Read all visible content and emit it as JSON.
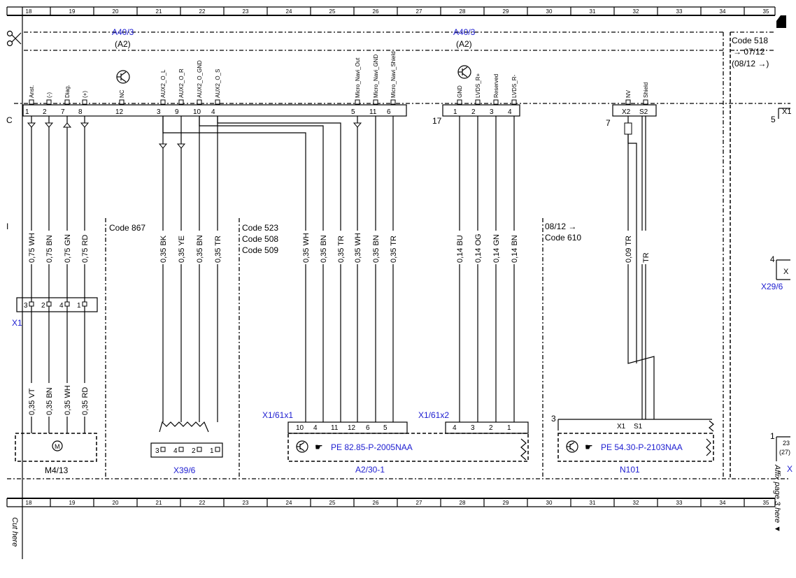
{
  "ruler": {
    "top_numbers": [
      "18",
      "19",
      "20",
      "21",
      "22",
      "23",
      "24",
      "25",
      "26",
      "27",
      "28",
      "29",
      "30",
      "31",
      "32",
      "33",
      "34",
      "35"
    ],
    "bottom_numbers": [
      "18",
      "19",
      "20",
      "21",
      "22",
      "23",
      "24",
      "25",
      "26",
      "27",
      "28",
      "29",
      "30",
      "31",
      "32",
      "33",
      "34",
      "35"
    ]
  },
  "row_labels": {
    "c": "C",
    "i": "I"
  },
  "side_texts": {
    "cut_here": "Cut here",
    "affix_here": "Affix page 3 here ▼"
  },
  "modules": {
    "a40_left": {
      "code": "A40/3",
      "sub": "(A2)"
    },
    "a40_right": {
      "code": "A40/3",
      "sub": "(A2)"
    }
  },
  "code518": {
    "code": "Code 518",
    "line1": "→ 07/12",
    "line2": "(08/12 →)"
  },
  "top_pins": [
    {
      "label": "Anst.",
      "num": "1"
    },
    {
      "label": "(-)",
      "num": "2"
    },
    {
      "label": "Diag.",
      "num": "7"
    },
    {
      "label": "(+)",
      "num": "8"
    },
    {
      "label": "NC",
      "num": "12"
    },
    {
      "label": "AUX2_O_L",
      "num": "3"
    },
    {
      "label": "AUX2_O_R",
      "num": "9"
    },
    {
      "label": "AUX2_O_GND",
      "num": "10"
    },
    {
      "label": "AUX2_O_S",
      "num": "4"
    },
    {
      "label": "Micro_Navi_Out",
      "num": "5"
    },
    {
      "label": "Micro_Navi_GND",
      "num": "11"
    },
    {
      "label": "Micro_Navi_Shield",
      "num": "6"
    },
    {
      "label": "GND",
      "num": "1"
    },
    {
      "label": "LVDS_R+",
      "num": "2"
    },
    {
      "label": "Reserved",
      "num": "3"
    },
    {
      "label": "LVDS_R-",
      "num": "4"
    },
    {
      "label": "NV",
      "num": "X2"
    },
    {
      "label": "Shield",
      "num": "S2"
    }
  ],
  "conn_nums": {
    "c17": "17",
    "c7": "7",
    "c5": "5",
    "c5_label": "X1",
    "c4": "4",
    "c3": "3",
    "c1": "1"
  },
  "code_blocks": {
    "code867": "Code 867",
    "code523": "Code 523",
    "code508": "Code 508",
    "code509": "Code 509",
    "code610_date": "08/12 →",
    "code610": "Code 610"
  },
  "wires_upper": [
    {
      "label": "0,75 WH"
    },
    {
      "label": "0,75 BN"
    },
    {
      "label": "0,75 GN"
    },
    {
      "label": "0,75 RD"
    },
    {
      "label": "0,35 BK"
    },
    {
      "label": "0,35 YE"
    },
    {
      "label": "0,35 BN"
    },
    {
      "label": "0,35 TR"
    },
    {
      "label": "0,35 WH"
    },
    {
      "label": "0,35 BN"
    },
    {
      "label": "0,35 TR"
    },
    {
      "label": "0,35 WH"
    },
    {
      "label": "0,35 BN"
    },
    {
      "label": "0,35 TR"
    },
    {
      "label": "0,14 BU"
    },
    {
      "label": "0,14 OG"
    },
    {
      "label": "0,14 GN"
    },
    {
      "label": "0,14 BN"
    },
    {
      "label": "0,09 TR"
    },
    {
      "label": "TR"
    }
  ],
  "wires_lower": [
    {
      "label": "0,35 VT"
    },
    {
      "label": "0,35 BN"
    },
    {
      "label": "0,35 WH"
    },
    {
      "label": "0,35 RD"
    }
  ],
  "x1_connector": {
    "name": "X1",
    "pins": [
      "3",
      "2",
      "4",
      "1"
    ]
  },
  "x39_connector": {
    "name": "X39/6",
    "pins": [
      "3",
      "4",
      "2",
      "1"
    ]
  },
  "x29_label": "X29/6",
  "x29_partial": "X",
  "x_partial_right": "X",
  "m4": {
    "name": "M4/13",
    "symbol": "M"
  },
  "a2_30": {
    "conn_name": "X1/61x1",
    "conn_name2": "X1/61x2",
    "pins1": [
      "10",
      "4",
      "11",
      "12",
      "6",
      "5"
    ],
    "pins2": [
      "4",
      "3",
      "2",
      "1"
    ],
    "ref": "PE 82.85-P-2005NAA",
    "name": "A2/30-1"
  },
  "n101": {
    "pins": [
      "X1",
      "S1"
    ],
    "ref": "PE 54.30-P-2103NAA",
    "name": "N101"
  },
  "right_edge": {
    "num1": "23",
    "num2": "(27)"
  }
}
